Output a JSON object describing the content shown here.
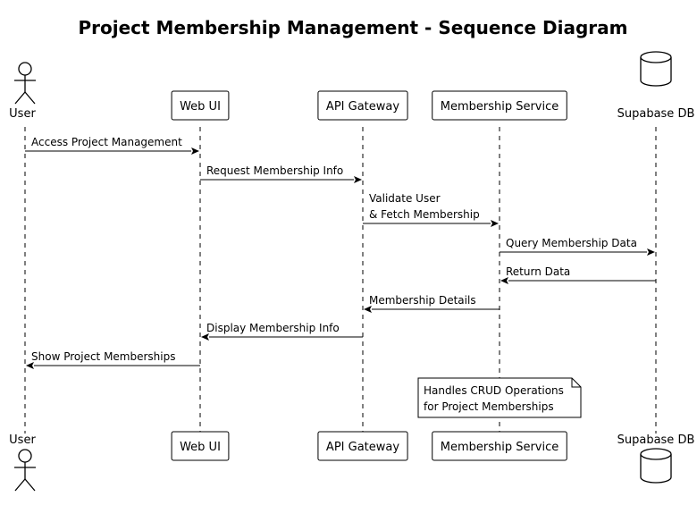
{
  "diagram": {
    "title": "Project Membership Management - Sequence Diagram",
    "participants": [
      {
        "id": "user",
        "label": "User",
        "kind": "actor",
        "icon": "actor-icon"
      },
      {
        "id": "web",
        "label": "Web UI",
        "kind": "participant"
      },
      {
        "id": "api",
        "label": "API Gateway",
        "kind": "participant"
      },
      {
        "id": "svc",
        "label": "Membership Service",
        "kind": "participant"
      },
      {
        "id": "db",
        "label": "Supabase DB",
        "kind": "database",
        "icon": "database-icon"
      }
    ],
    "messages": [
      {
        "from": "user",
        "to": "web",
        "lines": [
          "Access Project Management"
        ]
      },
      {
        "from": "web",
        "to": "api",
        "lines": [
          "Request Membership Info"
        ]
      },
      {
        "from": "api",
        "to": "svc",
        "lines": [
          "Validate User",
          "& Fetch Membership"
        ]
      },
      {
        "from": "svc",
        "to": "db",
        "lines": [
          "Query Membership Data"
        ]
      },
      {
        "from": "db",
        "to": "svc",
        "lines": [
          "Return Data"
        ]
      },
      {
        "from": "svc",
        "to": "api",
        "lines": [
          "Membership Details"
        ]
      },
      {
        "from": "api",
        "to": "web",
        "lines": [
          "Display Membership Info"
        ]
      },
      {
        "from": "web",
        "to": "user",
        "lines": [
          "Show Project Memberships"
        ]
      }
    ],
    "note": {
      "over": "svc",
      "lines": [
        "Handles CRUD Operations",
        "for Project Memberships"
      ]
    }
  }
}
